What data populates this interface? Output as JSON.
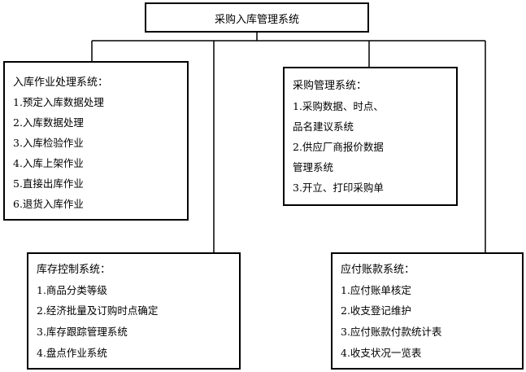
{
  "root": {
    "title": "采购入库管理系统"
  },
  "inbound": {
    "title": "入库作业处理系统：",
    "items": [
      "1.预定入库数据处理",
      "2.入库数据处理",
      "3.入库检验作业",
      "4.入库上架作业",
      "5.直接出库作业",
      "6.退货入库作业"
    ]
  },
  "purchase": {
    "title": "采购管理系统：",
    "items": [
      "1.采购数据、时点、",
      "品名建议系统",
      "2.供应厂商报价数据",
      "管理系统",
      "3.开立、打印采购单"
    ]
  },
  "inventory": {
    "title": "库存控制系统：",
    "items": [
      "1.商品分类等级",
      "2.经济批量及订购时点确定",
      "3.库存跟踪管理系统",
      "4.盘点作业系统"
    ]
  },
  "payable": {
    "title": "应付账款系统：",
    "items": [
      "1.应付账单核定",
      "2.收支登记维护",
      "3.应付账款付款统计表",
      "4.收支状况一览表"
    ]
  }
}
